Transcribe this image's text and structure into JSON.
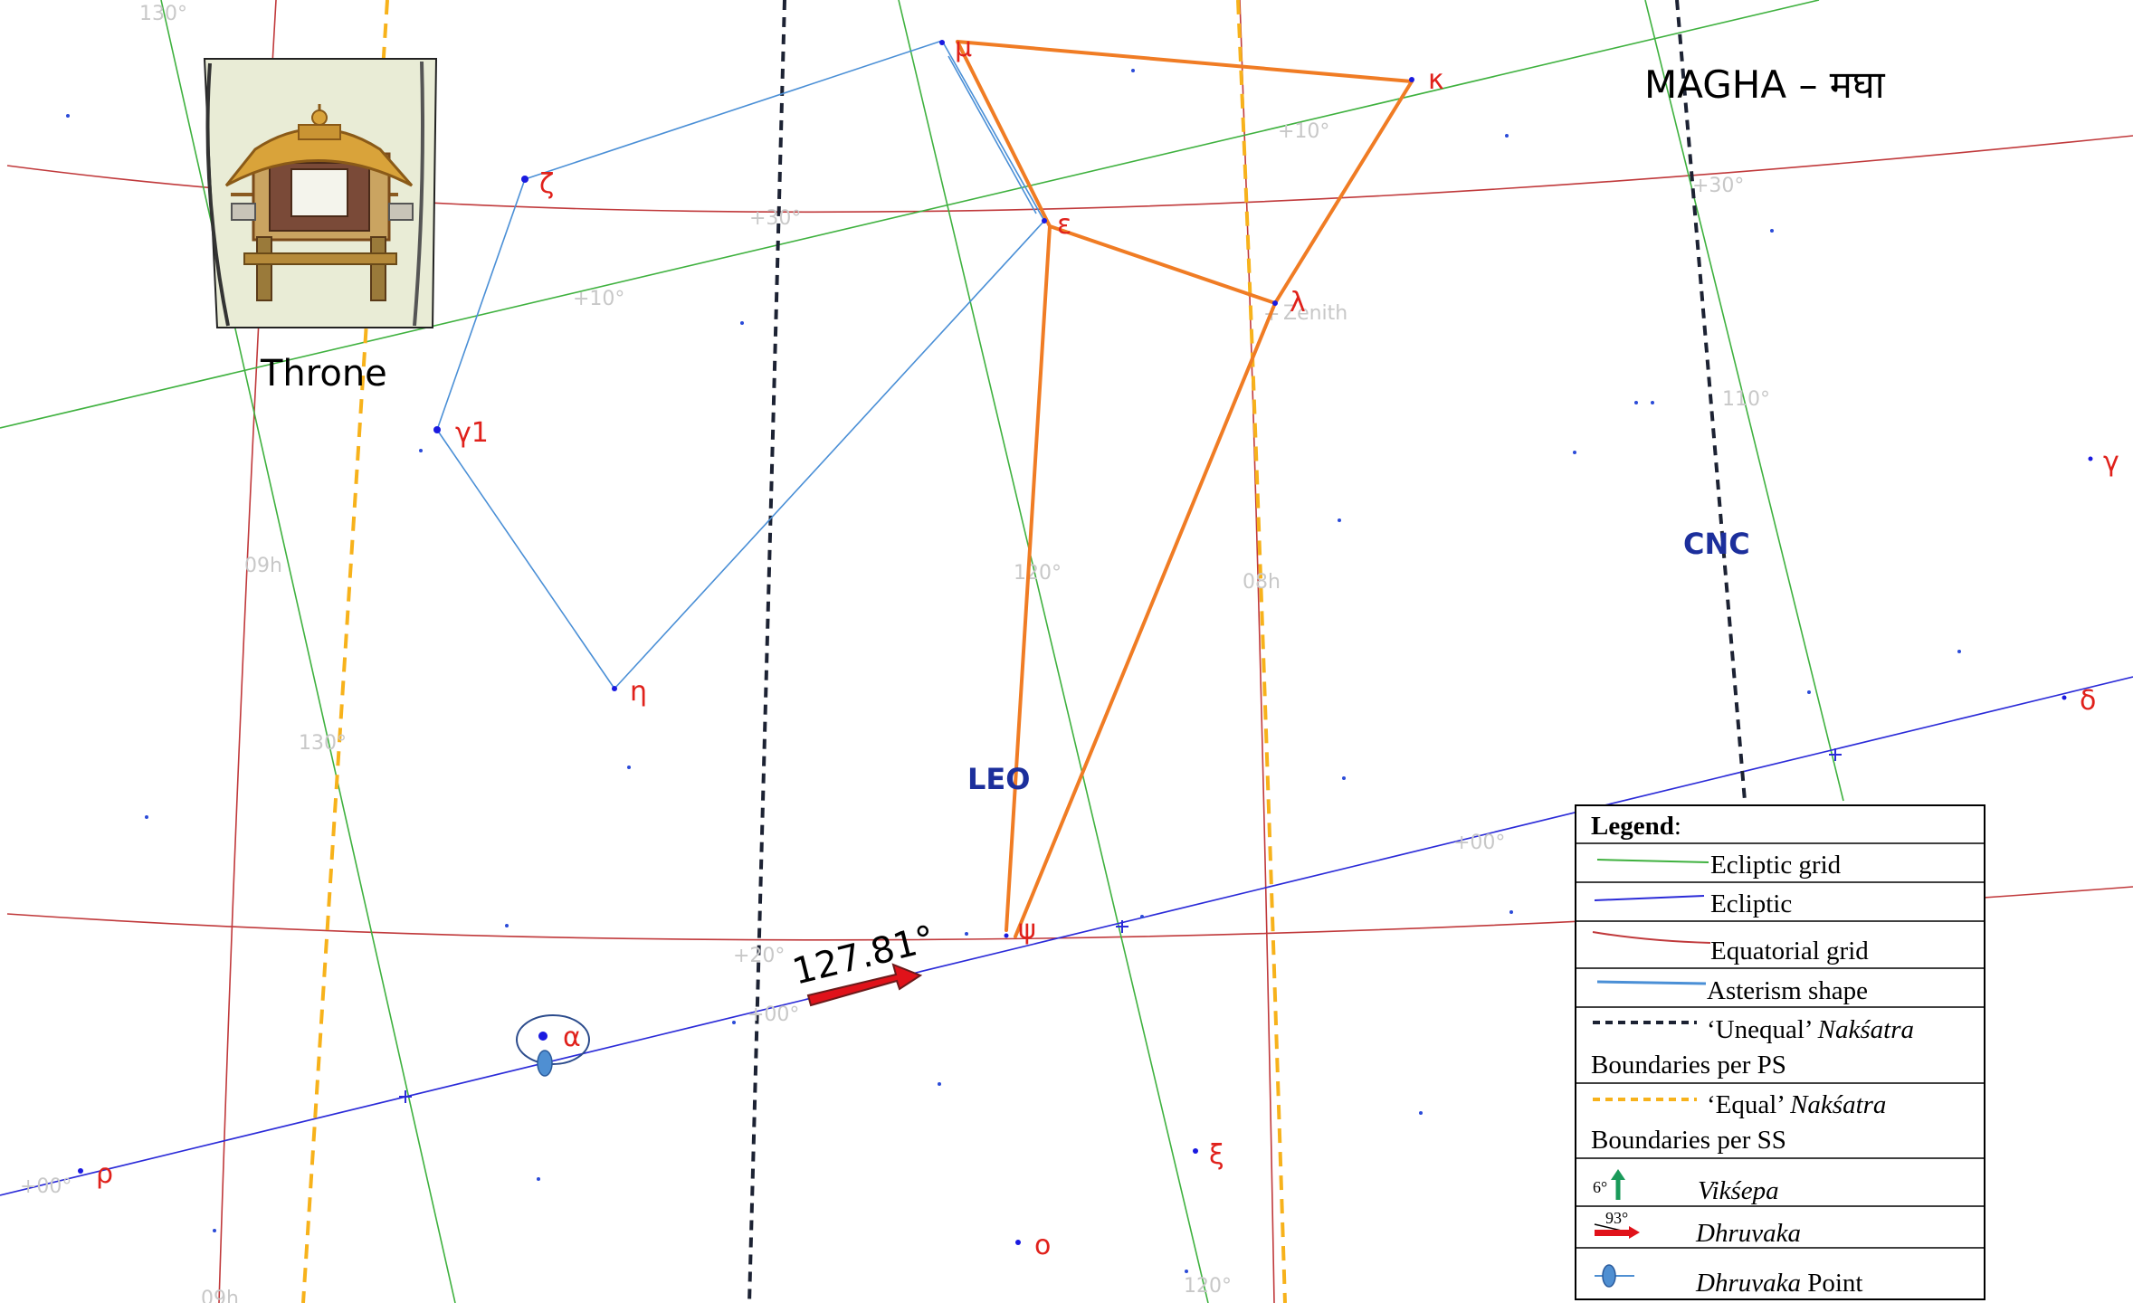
{
  "title": "MAGHA – मघा",
  "throne_label": "Throne",
  "constellations": {
    "leo": "LEO",
    "cnc": "CNC"
  },
  "dhruvaka_value": "127.81°",
  "stars": {
    "mu": "μ",
    "kappa": "κ",
    "epsilon": "ε",
    "lambda": "λ",
    "zeta": "ζ",
    "gamma1": "γ1",
    "eta": "η",
    "psi": "ψ",
    "alpha": "α",
    "rho": "ρ",
    "xi": "ξ",
    "omicron": "ο",
    "gamma_cnc": "γ",
    "delta_cnc": "δ"
  },
  "grid_labels": {
    "deg130_top": "130°",
    "deg130_mid": "130°",
    "deg120_mid": "120°",
    "deg120_bot": "120°",
    "deg110": "110°",
    "dec30_a": "+30°",
    "dec30_b": "+30°",
    "dec10_a": "+10°",
    "dec10_b": "+10°",
    "dec20": "+20°",
    "dec00_a": "+00°",
    "dec00_b": "+00°",
    "dec00_c": "+00°",
    "ra09h": "09h",
    "ra08h": "08h",
    "ra09h_bot": "09h",
    "zenith": "Zenith"
  },
  "legend": {
    "title": "Legend",
    "title_colon": ":",
    "ecliptic_grid": "Ecliptic grid",
    "ecliptic": "Ecliptic",
    "equatorial_grid": "Equatorial grid",
    "asterism_shape": "Asterism shape",
    "unequal_a": "‘Unequal’ ",
    "unequal_b": "Nakśatra",
    "unequal_c": "Boundaries per PS",
    "equal_a": "‘Equal’ ",
    "equal_b": "Nakśatra",
    "equal_c": "Boundaries per SS",
    "viksepa_num": "6°",
    "viksepa": "Vikśepa",
    "dhruvaka_num": "93°",
    "dhruvaka": "Dhruvaka",
    "dhruvaka_point_a": "Dhruvaka",
    "dhruvaka_point_b": " Point"
  },
  "colors": {
    "ecliptic_grid": "#3fb13f",
    "ecliptic": "#2b2bd8",
    "equatorial_grid": "#c0393b",
    "asterism": "#4a8fd6",
    "leo_figure": "#f07c24",
    "unequal_boundary": "#1c2233",
    "equal_boundary": "#f7b21b",
    "star_label": "#e0211b",
    "star_dot": "#1a1ae0",
    "arrow": "#e0121a",
    "dhruvaka_point": "#4f8fd2"
  }
}
